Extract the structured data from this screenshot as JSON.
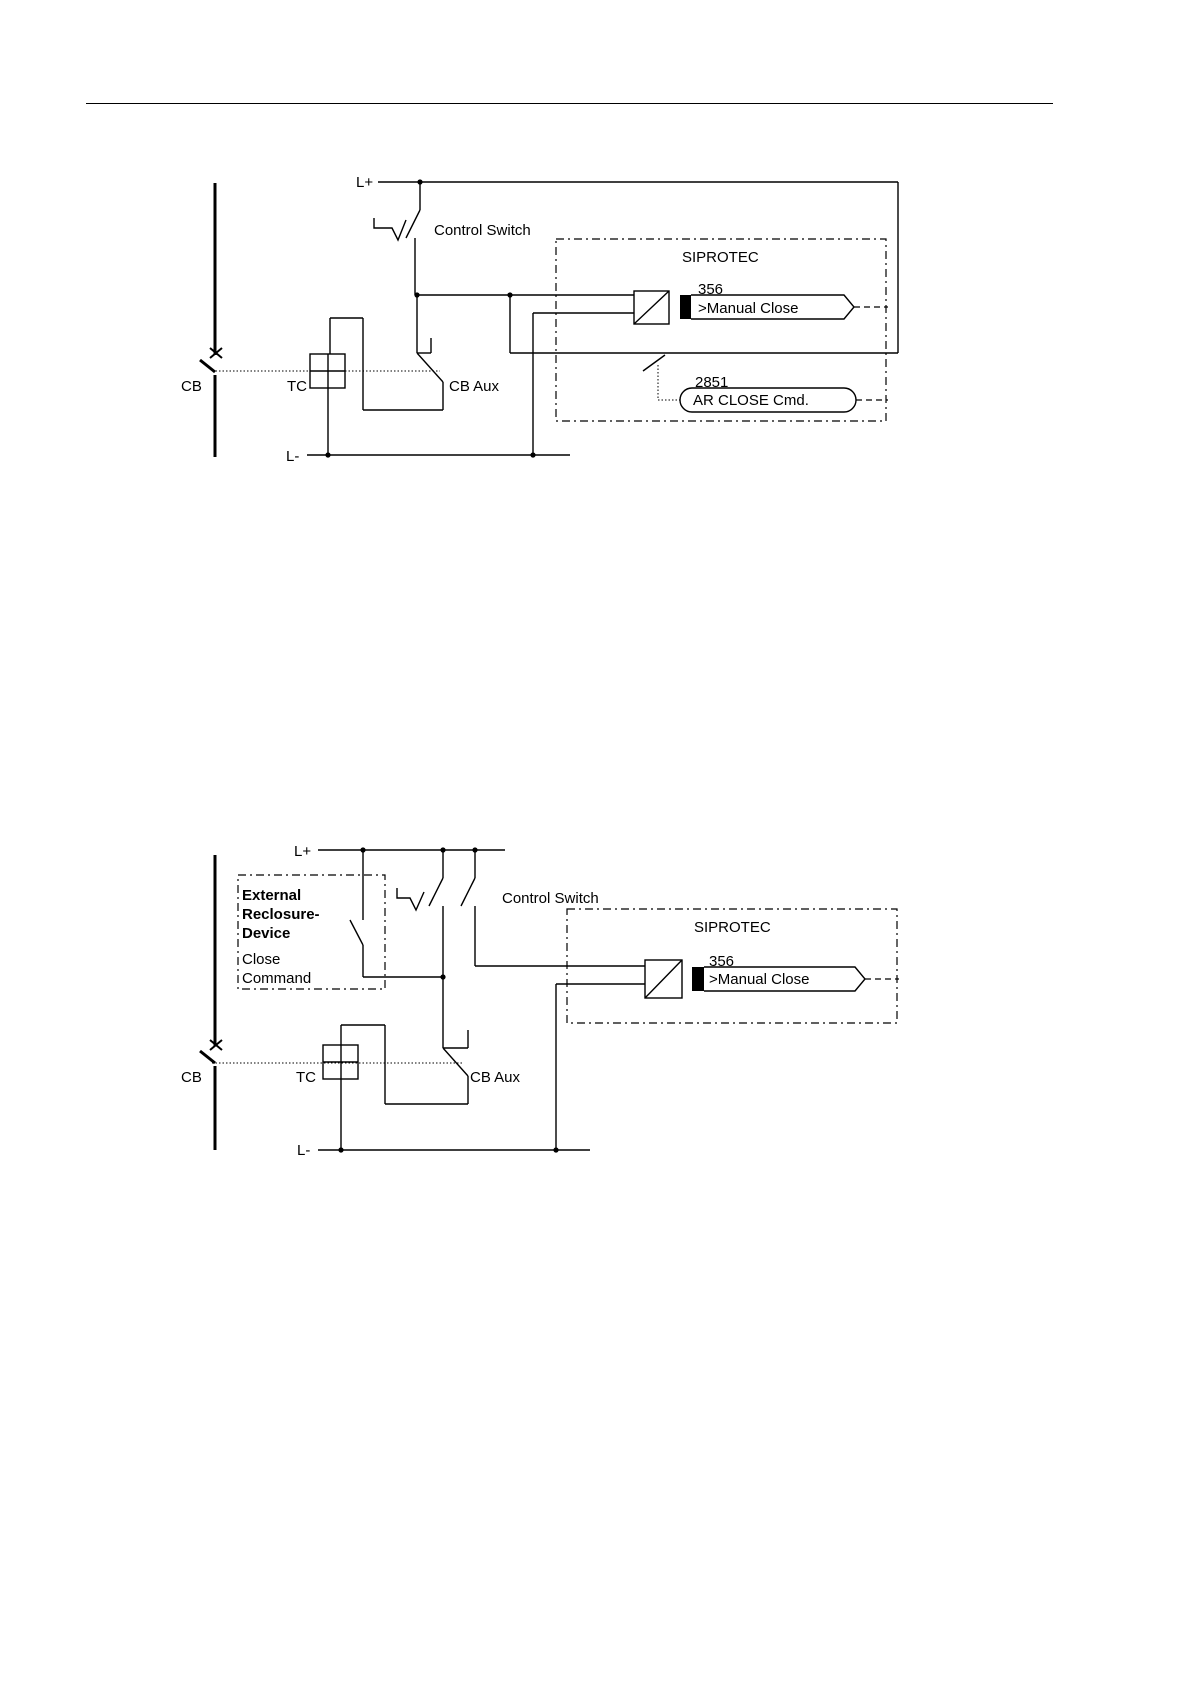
{
  "diagram_1": {
    "l_plus": "L+",
    "l_minus": "L-",
    "control_switch": "Control Switch",
    "device_name": "SIPROTEC",
    "input_number": "356",
    "input_label": ">Manual Close",
    "output_number": "2851",
    "output_label": "AR CLOSE Cmd.",
    "cb_label": "CB",
    "tc_label": "TC",
    "cb_aux_label": "CB Aux"
  },
  "diagram_2": {
    "l_plus": "L+",
    "l_minus": "L-",
    "control_switch": "Control Switch",
    "device_name": "SIPROTEC",
    "input_number": "356",
    "input_label": ">Manual Close",
    "external_device_line1": "External",
    "external_device_line2": "Reclosure-",
    "external_device_line3": "Device",
    "close_command_line1": "Close",
    "close_command_line2": "Command",
    "cb_label": "CB",
    "tc_label": "TC",
    "cb_aux_label": "CB Aux"
  }
}
